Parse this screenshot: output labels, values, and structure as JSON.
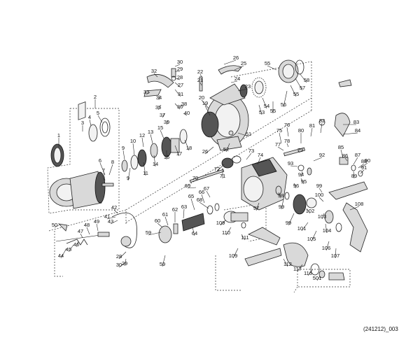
{
  "diagram": {
    "code": "(241212)_003",
    "labels": [
      "1",
      "2",
      "3",
      "4",
      "5",
      "6",
      "7",
      "8",
      "9",
      "9",
      "10",
      "11",
      "12",
      "13",
      "14",
      "15",
      "16",
      "17",
      "18",
      "19",
      "20",
      "21",
      "22",
      "23",
      "24",
      "25",
      "26",
      "26",
      "27",
      "28",
      "28",
      "29",
      "29",
      "30",
      "30",
      "31",
      "32",
      "33",
      "34",
      "35",
      "36",
      "37",
      "38",
      "39",
      "40",
      "41",
      "42",
      "43",
      "44",
      "45",
      "46",
      "47",
      "48",
      "49",
      "50",
      "51",
      "52",
      "53",
      "54",
      "55",
      "55",
      "55",
      "56",
      "57",
      "58",
      "59",
      "59",
      "60",
      "61",
      "62",
      "63",
      "64",
      "65",
      "66",
      "67",
      "68",
      "69",
      "70",
      "71",
      "72",
      "73",
      "74",
      "75",
      "76",
      "77",
      "78",
      "79",
      "80",
      "81",
      "82",
      "83",
      "84",
      "85",
      "86",
      "87",
      "88",
      "89",
      "90",
      "91",
      "92",
      "93",
      "94",
      "95",
      "96",
      "97",
      "98",
      "99",
      "99",
      "99",
      "100",
      "101",
      "102",
      "103",
      "104",
      "105",
      "106",
      "107",
      "108",
      "109",
      "109",
      "110",
      "111",
      "112",
      "116",
      "117",
      "501"
    ]
  }
}
